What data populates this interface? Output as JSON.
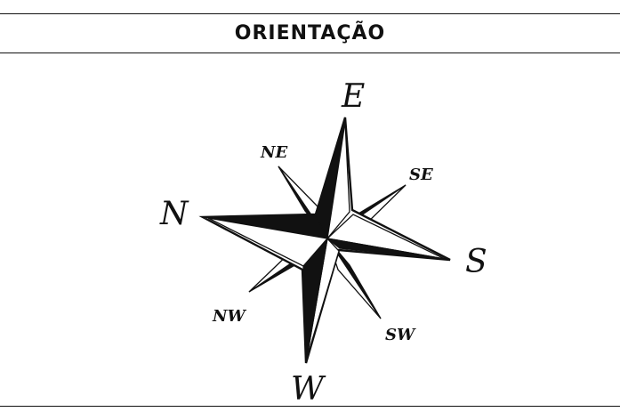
{
  "header": {
    "title": "ORIENTAÇÃO"
  },
  "compass": {
    "labels": {
      "e": "E",
      "ne": "NE",
      "se": "SE",
      "n": "N",
      "s": "S",
      "nw": "NW",
      "sw": "SW",
      "w": "W"
    },
    "colors": {
      "ink": "#111111",
      "paper": "#ffffff"
    }
  }
}
